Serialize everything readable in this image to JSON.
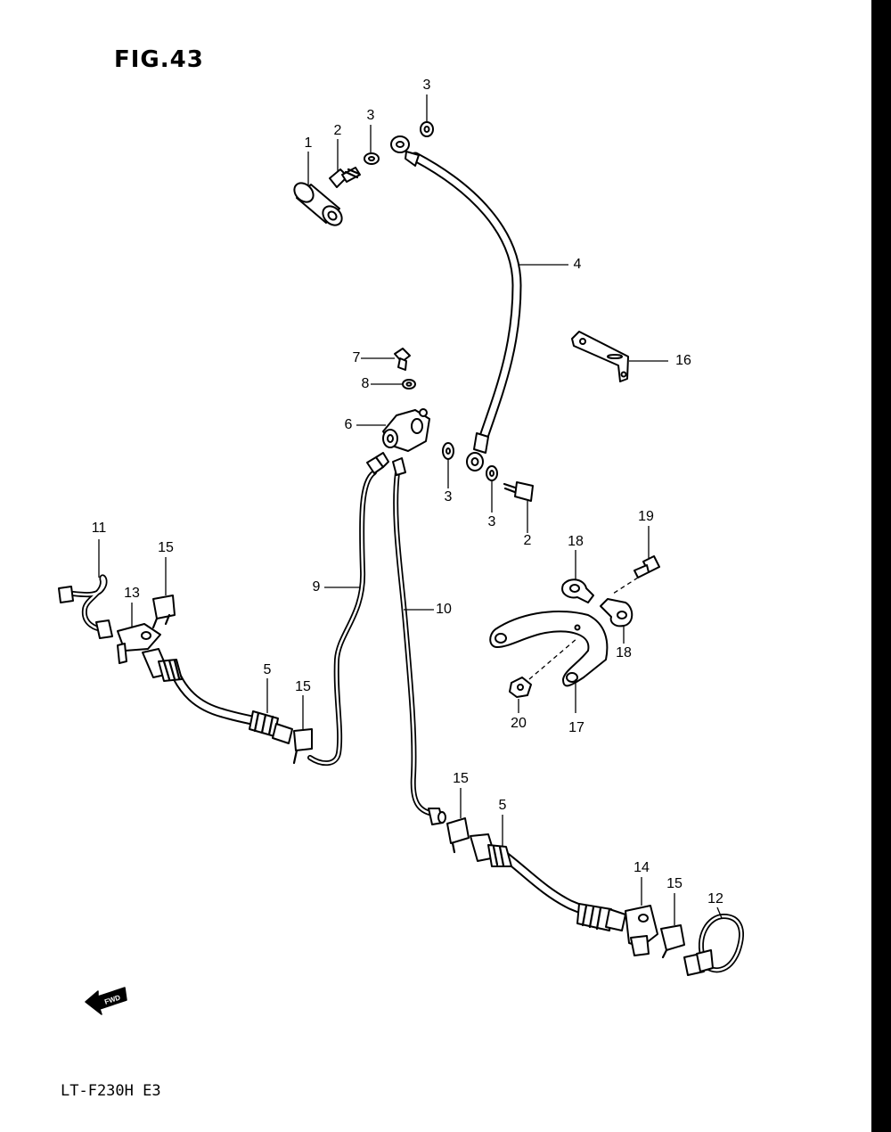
{
  "figure": {
    "title": "FIG.43",
    "model_code": "LT-F230H E3"
  },
  "fwd_arrow": {
    "label": "FWD",
    "icon": "fwd-arrow-icon"
  },
  "callouts": {
    "c1": "1",
    "c2a": "2",
    "c2b": "2",
    "c3a": "3",
    "c3b": "3",
    "c3c": "3",
    "c3d": "3",
    "c4": "4",
    "c5a": "5",
    "c5b": "5",
    "c6": "6",
    "c7": "7",
    "c8": "8",
    "c9": "9",
    "c10": "10",
    "c11": "11",
    "c12": "12",
    "c13": "13",
    "c14": "14",
    "c15a": "15",
    "c15b": "15",
    "c15c": "15",
    "c15d": "15",
    "c16": "16",
    "c17": "17",
    "c18a": "18",
    "c18b": "18",
    "c19": "19",
    "c20": "20"
  }
}
